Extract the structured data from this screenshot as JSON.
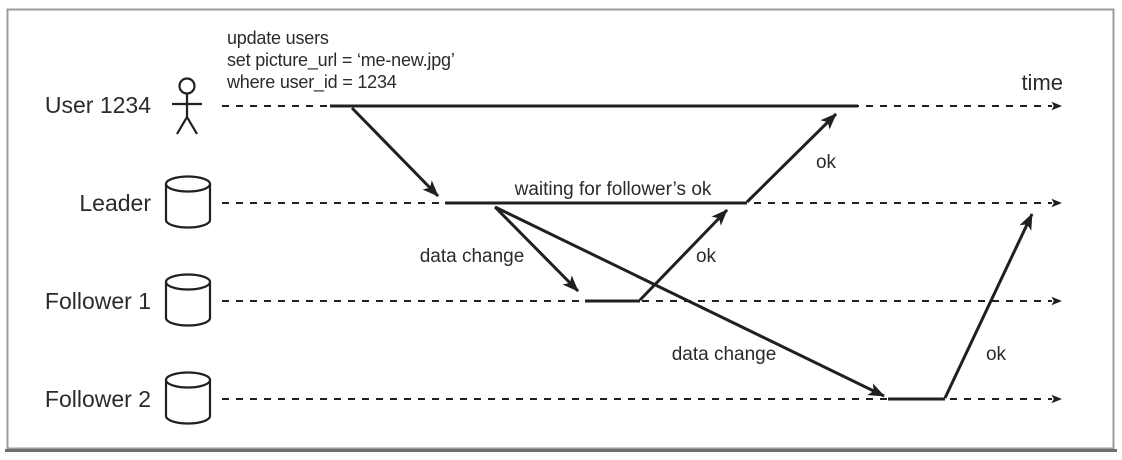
{
  "figure": {
    "name": "leader-based replication sequence diagram",
    "query": {
      "lines": [
        "update users",
        "set picture_url = ‘me-new.jpg’",
        "where user_id = 1234"
      ]
    },
    "time_axis_label": "time",
    "lanes": [
      {
        "label": "User 1234",
        "icon": "person-icon"
      },
      {
        "label": "Leader",
        "icon": "database-cylinder-icon"
      },
      {
        "label": "Follower 1",
        "icon": "database-cylinder-icon"
      },
      {
        "label": "Follower 2",
        "icon": "database-cylinder-icon"
      }
    ],
    "labels": {
      "waiting_note": "waiting for follower’s ok",
      "data_change_follower1": "data change",
      "data_change_follower2": "data change",
      "ok_follower1_to_leader": "ok",
      "ok_leader_to_user": "ok",
      "ok_follower2_to_leader": "ok"
    }
  },
  "colors": {
    "line": "#231f20",
    "text": "#2d2a2b",
    "border": "#9c9c9c",
    "border_bottom": "#6e6e6e",
    "background": "#ffffff"
  }
}
